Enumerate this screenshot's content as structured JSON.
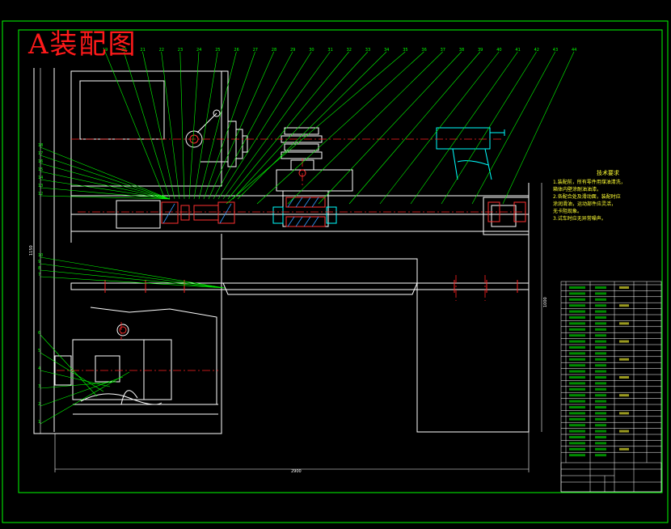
{
  "drawing": {
    "title": "A装配图",
    "dimensions": {
      "overall_width": "2900",
      "left_height": "1150",
      "right_height": "1000"
    },
    "balloons_top": [
      "19",
      "20",
      "21",
      "22",
      "23",
      "24",
      "25",
      "26",
      "27",
      "28",
      "29",
      "30",
      "31",
      "32",
      "33",
      "34",
      "35",
      "36",
      "37",
      "38",
      "39",
      "40",
      "41",
      "42",
      "43",
      "44"
    ],
    "balloons_left_upper": [
      "18",
      "17",
      "16",
      "15",
      "14",
      "13",
      "12"
    ],
    "balloons_left_mid": [
      "10",
      "9",
      "8",
      "7"
    ],
    "balloons_left_lower": [
      "6",
      "5",
      "4",
      "3",
      "2",
      "1"
    ]
  },
  "technical_notes": {
    "heading": "技术要求",
    "lines": [
      "1.装配前，所有零件用煤油清洗，",
      "箱体内壁涂耐油油漆。",
      "2.各配合处及滑动面，装配时应",
      "涂润滑油，运动部件应灵活，",
      "无卡阻现象。",
      "3.试车时应无异常噪声。"
    ]
  },
  "colors": {
    "background": "#000000",
    "frame": "#00ff00",
    "outline": "#ffffff",
    "leader": "#00ff00",
    "centerline": "#ff2020",
    "hidden": "#00ffff",
    "section": "#ff3030",
    "notes_text": "#ffff33",
    "title_text": "#ff1a1a"
  }
}
